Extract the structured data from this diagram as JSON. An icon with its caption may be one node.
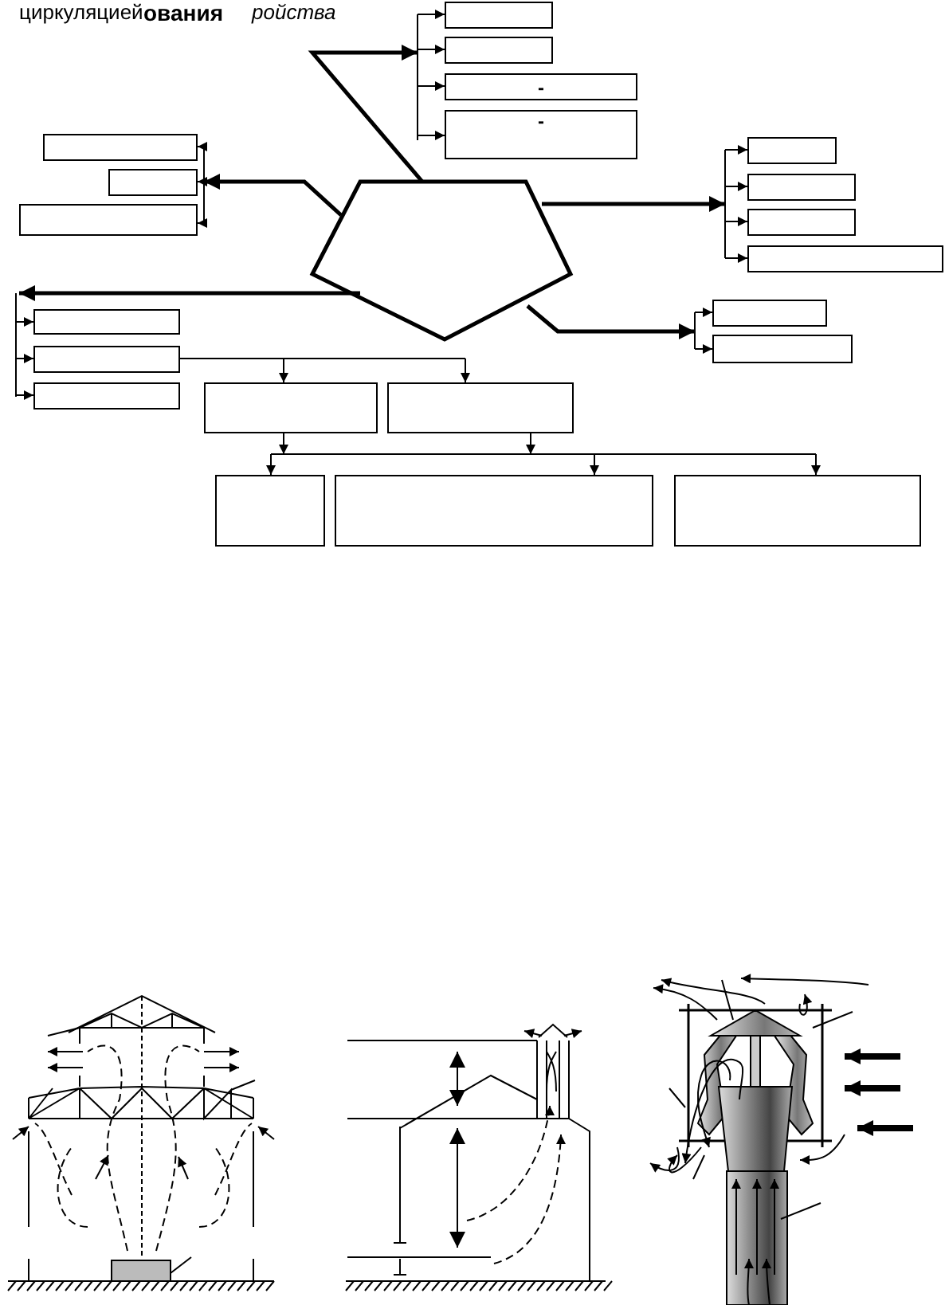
{
  "diagram": {
    "nodes": [
      {
        "text": [],
        "shape": "pentagon"
      },
      {
        "text": [],
        "shape": "box"
      },
      {
        "text": [],
        "shape": "box"
      },
      {
        "text": [
          "-"
        ]
      },
      {
        "text": [
          "-"
        ]
      },
      {
        "text": [],
        "shape": "box"
      },
      {
        "text": [],
        "shape": "box"
      },
      {
        "text": [],
        "shape": "box"
      },
      {
        "text": [],
        "shape": "box"
      },
      {
        "text": [],
        "shape": "box"
      },
      {
        "text": [],
        "shape": "box"
      },
      {
        "text": [],
        "shape": "box"
      },
      {
        "text": [],
        "shape": "box"
      },
      {
        "text": [],
        "shape": "box"
      },
      {
        "text": [],
        "shape": "box"
      },
      {
        "text": [],
        "shape": "box"
      },
      {
        "text": [],
        "shape": "box"
      },
      {
        "text": [],
        "shape": "box"
      },
      {
        "text": [],
        "shape": "box"
      },
      {
        "text": [],
        "shape": "box"
      },
      {
        "text": [],
        "shape": "box"
      },
      {
        "text": [],
        "shape": "box"
      }
    ],
    "edges": [
      {
        "from": 0,
        "to": 1,
        "arrow": "to"
      },
      {
        "from": 0,
        "to": 2,
        "arrow": "to"
      },
      {
        "from": 0,
        "to": 3,
        "arrow": "to"
      },
      {
        "from": 0,
        "to": 4,
        "arrow": "to"
      },
      {
        "from": 0,
        "to": 5,
        "arrow": "to"
      },
      {
        "from": 0,
        "to": 6,
        "arrow": "to"
      },
      {
        "from": 0,
        "to": 7,
        "arrow": "to"
      },
      {
        "from": 0,
        "to": 8,
        "arrow": "to"
      },
      {
        "from": 0,
        "to": 9,
        "arrow": "to"
      },
      {
        "from": 0,
        "to": 10,
        "arrow": "to"
      },
      {
        "from": 0,
        "to": 11,
        "arrow": "to"
      },
      {
        "from": 0,
        "to": 12,
        "arrow": "to"
      },
      {
        "from": 0,
        "to": 13,
        "arrow": "to"
      },
      {
        "from": 0,
        "to": 14,
        "arrow": "to"
      },
      {
        "from": 0,
        "to": 15,
        "arrow": "to"
      },
      {
        "from": 0,
        "to": 16,
        "arrow": "to"
      },
      {
        "from": 15,
        "to": 17,
        "arrow": "to"
      },
      {
        "from": 15,
        "to": 18,
        "arrow": "to"
      },
      {
        "from": 17,
        "to": 19,
        "arrow": "to"
      },
      {
        "from": 17,
        "to": 20,
        "arrow": "to"
      },
      {
        "from": 17,
        "to": 21,
        "arrow": "to"
      },
      {
        "from": 18,
        "to": 19,
        "arrow": "to"
      },
      {
        "from": 18,
        "to": 20,
        "arrow": "to"
      },
      {
        "from": 18,
        "to": 21,
        "arrow": "to"
      }
    ],
    "labels": [
      "циркуляцией",
      "ования",
      "ройства"
    ]
  }
}
